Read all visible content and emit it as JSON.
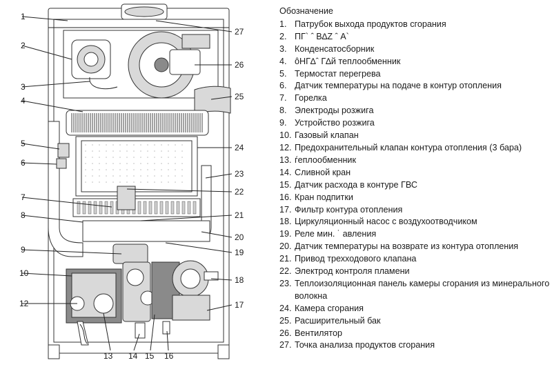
{
  "legend": {
    "title": "Обозначение",
    "items": [
      {
        "num": "1.",
        "text": "Патрубок выхода продуктов сгорания"
      },
      {
        "num": "2.",
        "text": "ПГ` ˆ В∆Z ˆ А`"
      },
      {
        "num": "3.",
        "text": "Конденсатосборник"
      },
      {
        "num": "4.",
        "text": "ôНГ∆ˆ Г∆й теплообменник"
      },
      {
        "num": "5.",
        "text": "Термостат перегрева"
      },
      {
        "num": "6.",
        "text": "Датчик температуры на подаче в контур отопления"
      },
      {
        "num": "7.",
        "text": "Горелка"
      },
      {
        "num": "8.",
        "text": "Электроды розжига"
      },
      {
        "num": "9.",
        "text": "Устройство розжига"
      },
      {
        "num": "10.",
        "text": "Газовый клапан"
      },
      {
        "num": "12.",
        "text": "Предохранительный клапан контура отопления (3 бара)"
      },
      {
        "num": "13.",
        "text": "ѓеплообменник"
      },
      {
        "num": "14.",
        "text": "Сливной кран"
      },
      {
        "num": "15.",
        "text": "Датчик расхода в контуре ГВС"
      },
      {
        "num": "16.",
        "text": "Кран подпитки"
      },
      {
        "num": "17.",
        "text": "Фильтр контура отопления"
      },
      {
        "num": "18.",
        "text": "Циркуляционный насос с воздухоотводчиком"
      },
      {
        "num": "19.",
        "text": "Реле мин. ˙ авления"
      },
      {
        "num": "20.",
        "text": "Датчик температуры на возврате из контура отопления"
      },
      {
        "num": "21.",
        "text": "Привод трехходового клапана"
      },
      {
        "num": "22.",
        "text": "Электрод контроля пламени"
      },
      {
        "num": "23.",
        "text": "Теплоизоляционная панель камеры сгорания из минерального волокна"
      },
      {
        "num": "24.",
        "text": "Камера сгорания"
      },
      {
        "num": "25.",
        "text": "Расширительный бак"
      },
      {
        "num": "26.",
        "text": "Вентилятор"
      },
      {
        "num": "27.",
        "text": "Точка анализа продуктов сгорания"
      }
    ]
  },
  "callouts": {
    "c1": "1",
    "c2": "2",
    "c3": "3",
    "c4": "4",
    "c5": "5",
    "c6": "6",
    "c7": "7",
    "c8": "8",
    "c9": "9",
    "c10": "10",
    "c12": "12",
    "c13": "13",
    "c14": "14",
    "c15": "15",
    "c16": "16",
    "c17": "17",
    "c18": "18",
    "c19": "19",
    "c20": "20",
    "c21": "21",
    "c22": "22",
    "c23": "23",
    "c24": "24",
    "c25": "25",
    "c26": "26",
    "c27": "27"
  }
}
